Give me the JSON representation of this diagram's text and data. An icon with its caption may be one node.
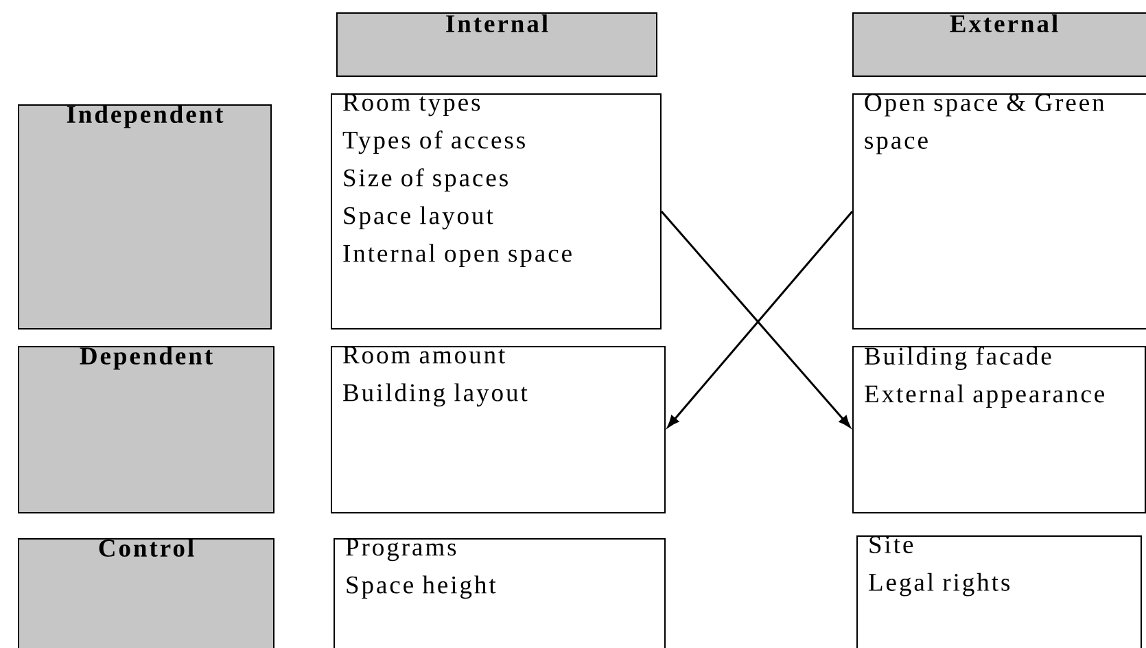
{
  "diagram": {
    "nodes": [
      {
        "text": [
          "Internal"
        ]
      },
      {
        "text": [
          "External"
        ]
      },
      {
        "text": [
          "Independent"
        ]
      },
      {
        "text": [
          "Room types",
          "Types of access",
          "Size of spaces",
          "Space layout",
          "Internal open space"
        ]
      },
      {
        "text": [
          "Open space & Green space"
        ]
      },
      {
        "text": [
          "Dependent"
        ]
      },
      {
        "text": [
          "Room amount",
          "Building layout"
        ]
      },
      {
        "text": [
          "Building facade",
          "External appearance"
        ]
      },
      {
        "text": [
          "Control"
        ]
      },
      {
        "text": [
          "Programs",
          "Space height"
        ]
      },
      {
        "text": [
          "Site",
          "Legal rights"
        ]
      }
    ],
    "edges": [
      {
        "from": 3,
        "to": 7,
        "arrow": "to"
      },
      {
        "from": 4,
        "to": 6,
        "arrow": "to"
      }
    ]
  }
}
